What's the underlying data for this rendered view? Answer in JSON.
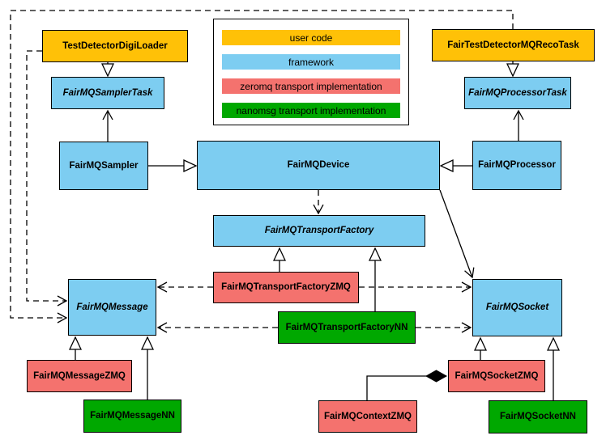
{
  "colors": {
    "user_code": "#FFC107",
    "framework": "#7DCDF1",
    "zeromq": "#F4726E",
    "nanomsg": "#00A800"
  },
  "legend": {
    "items": [
      {
        "label": "user code",
        "category": "user_code"
      },
      {
        "label": "framework",
        "category": "framework"
      },
      {
        "label": "zeromq transport implementation",
        "category": "zeromq"
      },
      {
        "label": "nanomsg transport implementation",
        "category": "nanomsg"
      }
    ]
  },
  "nodes": {
    "TestDetectorDigiLoader": {
      "label": "TestDetectorDigiLoader",
      "category": "user_code",
      "abstract": false
    },
    "FairTestDetectorMQRecoTask": {
      "label": "FairTestDetectorMQRecoTask",
      "category": "user_code",
      "abstract": false
    },
    "FairMQSamplerTask": {
      "label": "FairMQSamplerTask",
      "category": "framework",
      "abstract": true
    },
    "FairMQProcessorTask": {
      "label": "FairMQProcessorTask",
      "category": "framework",
      "abstract": true
    },
    "FairMQSampler": {
      "label": "FairMQSampler",
      "category": "framework",
      "abstract": false
    },
    "FairMQDevice": {
      "label": "FairMQDevice",
      "category": "framework",
      "abstract": false
    },
    "FairMQProcessor": {
      "label": "FairMQProcessor",
      "category": "framework",
      "abstract": false
    },
    "FairMQTransportFactory": {
      "label": "FairMQTransportFactory",
      "category": "framework",
      "abstract": true
    },
    "FairMQTransportFactoryZMQ": {
      "label": "FairMQTransportFactoryZMQ",
      "category": "zeromq",
      "abstract": false
    },
    "FairMQTransportFactoryNN": {
      "label": "FairMQTransportFactoryNN",
      "category": "nanomsg",
      "abstract": false
    },
    "FairMQMessage": {
      "label": "FairMQMessage",
      "category": "framework",
      "abstract": true
    },
    "FairMQSocket": {
      "label": "FairMQSocket",
      "category": "framework",
      "abstract": true
    },
    "FairMQMessageZMQ": {
      "label": "FairMQMessageZMQ",
      "category": "zeromq",
      "abstract": false
    },
    "FairMQMessageNN": {
      "label": "FairMQMessageNN",
      "category": "nanomsg",
      "abstract": false
    },
    "FairMQSocketZMQ": {
      "label": "FairMQSocketZMQ",
      "category": "zeromq",
      "abstract": false
    },
    "FairMQSocketNN": {
      "label": "FairMQSocketNN",
      "category": "nanomsg",
      "abstract": false
    },
    "FairMQContextZMQ": {
      "label": "FairMQContextZMQ",
      "category": "zeromq",
      "abstract": false
    }
  },
  "edges": [
    {
      "from": "TestDetectorDigiLoader",
      "to": "FairMQSamplerTask",
      "type": "inheritance"
    },
    {
      "from": "FairTestDetectorMQRecoTask",
      "to": "FairMQProcessorTask",
      "type": "inheritance"
    },
    {
      "from": "FairMQSampler",
      "to": "FairMQDevice",
      "type": "inheritance"
    },
    {
      "from": "FairMQProcessor",
      "to": "FairMQDevice",
      "type": "inheritance"
    },
    {
      "from": "FairMQTransportFactoryZMQ",
      "to": "FairMQTransportFactory",
      "type": "inheritance"
    },
    {
      "from": "FairMQTransportFactoryNN",
      "to": "FairMQTransportFactory",
      "type": "inheritance"
    },
    {
      "from": "FairMQMessageZMQ",
      "to": "FairMQMessage",
      "type": "inheritance"
    },
    {
      "from": "FairMQMessageNN",
      "to": "FairMQMessage",
      "type": "inheritance"
    },
    {
      "from": "FairMQSocketZMQ",
      "to": "FairMQSocket",
      "type": "inheritance"
    },
    {
      "from": "FairMQSocketNN",
      "to": "FairMQSocket",
      "type": "inheritance"
    },
    {
      "from": "FairMQSampler",
      "to": "FairMQSamplerTask",
      "type": "association"
    },
    {
      "from": "FairMQProcessor",
      "to": "FairMQProcessorTask",
      "type": "association"
    },
    {
      "from": "FairMQDevice",
      "to": "FairMQSocket",
      "type": "association"
    },
    {
      "from": "FairMQDevice",
      "to": "FairMQTransportFactory",
      "type": "dependency"
    },
    {
      "from": "TestDetectorDigiLoader",
      "to": "FairMQMessage",
      "type": "dependency"
    },
    {
      "from": "FairTestDetectorMQRecoTask",
      "to": "FairMQMessage",
      "type": "dependency"
    },
    {
      "from": "FairMQTransportFactoryZMQ",
      "to": "FairMQMessage",
      "type": "dependency"
    },
    {
      "from": "FairMQTransportFactoryZMQ",
      "to": "FairMQSocket",
      "type": "dependency"
    },
    {
      "from": "FairMQTransportFactoryNN",
      "to": "FairMQMessage",
      "type": "dependency"
    },
    {
      "from": "FairMQTransportFactoryNN",
      "to": "FairMQSocket",
      "type": "dependency"
    },
    {
      "from": "FairMQContextZMQ",
      "to": "FairMQSocketZMQ",
      "type": "composition"
    }
  ]
}
